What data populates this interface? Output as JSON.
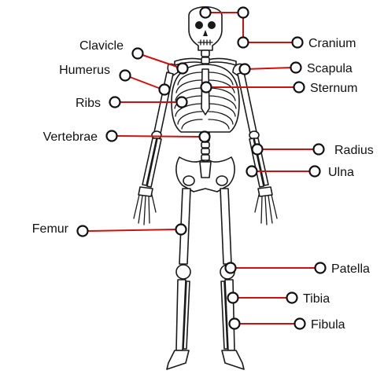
{
  "diagram": {
    "labels": {
      "cranium": "Cranium",
      "clavicle": "Clavicle",
      "scapula": "Scapula",
      "humerus": "Humerus",
      "sternum": "Sternum",
      "ribs": "Ribs",
      "radius": "Radius",
      "vertebrae": "Vertebrae",
      "ulna": "Ulna",
      "femur": "Femur",
      "patella": "Patella",
      "tibia": "Tibia",
      "fibula": "Fibula"
    },
    "colors": {
      "leader_line": "#cc1111",
      "marker_fill": "#ffffff",
      "bone_outline": "#1a1a1a"
    }
  }
}
